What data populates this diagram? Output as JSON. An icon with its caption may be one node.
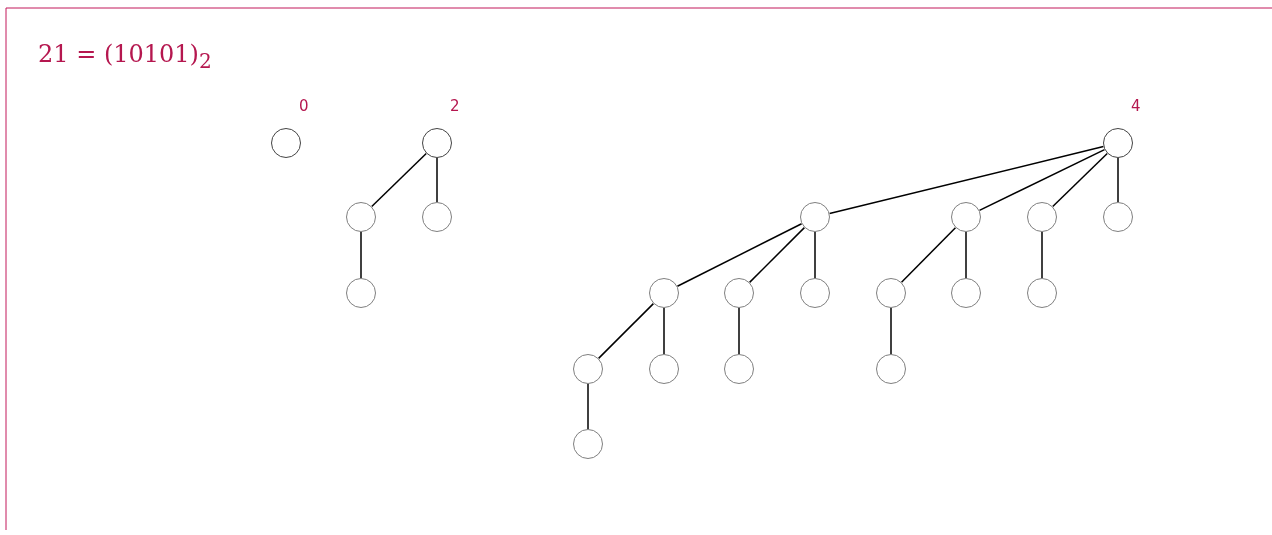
{
  "diagram": {
    "title": "21 = (10101)$_{2}$",
    "nodes": [
      {
        "text": [],
        "shape": "circle",
        "beside": [
          "0"
        ]
      },
      {
        "text": [],
        "shape": "circle",
        "beside": [
          "2"
        ]
      },
      {
        "text": [],
        "shape": "circle",
        "beside": [
          "4"
        ]
      },
      {
        "text": [],
        "shape": "circle"
      },
      {
        "text": [],
        "shape": "circle"
      },
      {
        "text": [],
        "shape": "circle"
      },
      {
        "text": [],
        "shape": "circle"
      },
      {
        "text": [],
        "shape": "circle"
      },
      {
        "text": [],
        "shape": "circle"
      },
      {
        "text": [],
        "shape": "circle"
      },
      {
        "text": [],
        "shape": "circle"
      },
      {
        "text": [],
        "shape": "circle"
      },
      {
        "text": [],
        "shape": "circle"
      },
      {
        "text": [],
        "shape": "circle"
      },
      {
        "text": [],
        "shape": "circle"
      },
      {
        "text": [],
        "shape": "circle"
      },
      {
        "text": [],
        "shape": "circle"
      },
      {
        "text": [],
        "shape": "circle"
      },
      {
        "text": [],
        "shape": "circle"
      },
      {
        "text": [],
        "shape": "circle"
      },
      {
        "text": [],
        "shape": "circle"
      }
    ],
    "edges": [
      {
        "from": 1,
        "to": 3,
        "arrow": "none"
      },
      {
        "from": 1,
        "to": 4,
        "arrow": "none"
      },
      {
        "from": 3,
        "to": 9,
        "arrow": "none"
      },
      {
        "from": 2,
        "to": 5,
        "arrow": "none"
      },
      {
        "from": 2,
        "to": 6,
        "arrow": "none"
      },
      {
        "from": 2,
        "to": 7,
        "arrow": "none"
      },
      {
        "from": 2,
        "to": 8,
        "arrow": "none"
      },
      {
        "from": 5,
        "to": 10,
        "arrow": "none"
      },
      {
        "from": 5,
        "to": 11,
        "arrow": "none"
      },
      {
        "from": 5,
        "to": 12,
        "arrow": "none"
      },
      {
        "from": 10,
        "to": 16,
        "arrow": "none"
      },
      {
        "from": 10,
        "to": 17,
        "arrow": "none"
      },
      {
        "from": 16,
        "to": 20,
        "arrow": "none"
      },
      {
        "from": 11,
        "to": 18,
        "arrow": "none"
      },
      {
        "from": 6,
        "to": 13,
        "arrow": "none"
      },
      {
        "from": 6,
        "to": 14,
        "arrow": "none"
      },
      {
        "from": 13,
        "to": 19,
        "arrow": "none"
      },
      {
        "from": 7,
        "to": 15,
        "arrow": "none"
      }
    ]
  }
}
